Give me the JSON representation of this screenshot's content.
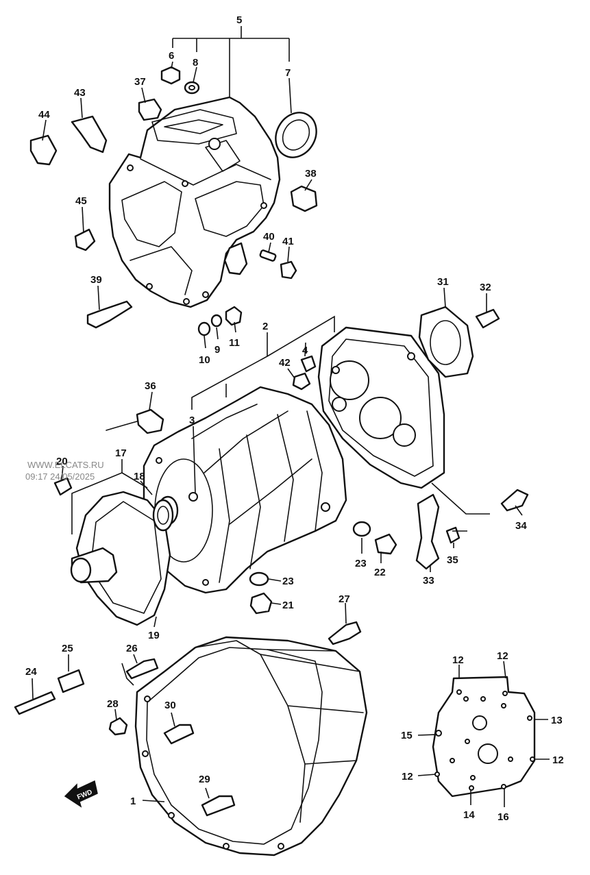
{
  "watermark": {
    "site": "WWW.ELCATS.RU",
    "timestamp": "09:17 24/05/2025"
  },
  "direction_arrow": {
    "label": "FWD",
    "icon": "forward-arrow-icon"
  },
  "callouts": [
    {
      "id": "5",
      "label": "5"
    },
    {
      "id": "6",
      "label": "6"
    },
    {
      "id": "8",
      "label": "8"
    },
    {
      "id": "7",
      "label": "7"
    },
    {
      "id": "37",
      "label": "37"
    },
    {
      "id": "43",
      "label": "43"
    },
    {
      "id": "44",
      "label": "44"
    },
    {
      "id": "38",
      "label": "38"
    },
    {
      "id": "45",
      "label": "45"
    },
    {
      "id": "40",
      "label": "40"
    },
    {
      "id": "41",
      "label": "41"
    },
    {
      "id": "39",
      "label": "39"
    },
    {
      "id": "10",
      "label": "10"
    },
    {
      "id": "9",
      "label": "9"
    },
    {
      "id": "11",
      "label": "11"
    },
    {
      "id": "2",
      "label": "2"
    },
    {
      "id": "4",
      "label": "4"
    },
    {
      "id": "42",
      "label": "42"
    },
    {
      "id": "31",
      "label": "31"
    },
    {
      "id": "32",
      "label": "32"
    },
    {
      "id": "36",
      "label": "36"
    },
    {
      "id": "3",
      "label": "3"
    },
    {
      "id": "17",
      "label": "17"
    },
    {
      "id": "20",
      "label": "20"
    },
    {
      "id": "18",
      "label": "18"
    },
    {
      "id": "34",
      "label": "34"
    },
    {
      "id": "23a",
      "label": "23"
    },
    {
      "id": "22",
      "label": "22"
    },
    {
      "id": "33",
      "label": "33"
    },
    {
      "id": "35",
      "label": "35"
    },
    {
      "id": "23b",
      "label": "23"
    },
    {
      "id": "21",
      "label": "21"
    },
    {
      "id": "19",
      "label": "19"
    },
    {
      "id": "27",
      "label": "27"
    },
    {
      "id": "25",
      "label": "25"
    },
    {
      "id": "26",
      "label": "26"
    },
    {
      "id": "24",
      "label": "24"
    },
    {
      "id": "28",
      "label": "28"
    },
    {
      "id": "30",
      "label": "30"
    },
    {
      "id": "12a",
      "label": "12"
    },
    {
      "id": "12b",
      "label": "12"
    },
    {
      "id": "13",
      "label": "13"
    },
    {
      "id": "15",
      "label": "15"
    },
    {
      "id": "12c",
      "label": "12"
    },
    {
      "id": "12d",
      "label": "12"
    },
    {
      "id": "29",
      "label": "29"
    },
    {
      "id": "1",
      "label": "1"
    },
    {
      "id": "14",
      "label": "14"
    },
    {
      "id": "16",
      "label": "16"
    }
  ]
}
